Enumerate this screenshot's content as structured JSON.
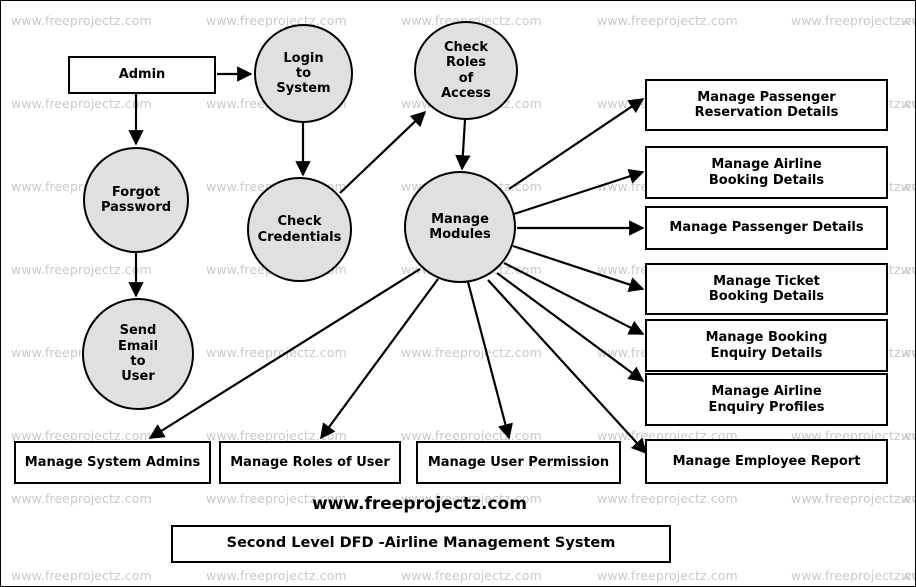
{
  "diagram": {
    "title": "Second Level DFD -Airline Management System",
    "brand": "www.freeprojectz.com",
    "watermark_text": "www.freeprojectz.com",
    "colors": {
      "process_fill": "#e0e0e0",
      "entity_fill": "#ffffff",
      "stroke": "#000000",
      "watermark": "#c9c9c9",
      "background": "#ffffff"
    }
  },
  "entities": [
    {
      "id": "admin",
      "label": "Admin",
      "shape": "rectangle"
    }
  ],
  "processes": [
    {
      "id": "login",
      "label": "Login\nto\nSystem",
      "shape": "circle"
    },
    {
      "id": "roles",
      "label": "Check\nRoles\nof\nAccess",
      "shape": "circle"
    },
    {
      "id": "forgot",
      "label": "Forgot\nPassword",
      "shape": "circle"
    },
    {
      "id": "credentials",
      "label": "Check\nCredentials",
      "shape": "circle"
    },
    {
      "id": "modules",
      "label": "Manage\nModules",
      "shape": "circle"
    },
    {
      "id": "sendmail",
      "label": "Send\nEmail\nto\nUser",
      "shape": "circle"
    }
  ],
  "data_stores_right": [
    {
      "id": "ds1",
      "label": "Manage Passenger\nReservation Details"
    },
    {
      "id": "ds2",
      "label": "Manage Airline\nBooking Details"
    },
    {
      "id": "ds3",
      "label": "Manage Passenger Details"
    },
    {
      "id": "ds4",
      "label": "Manage Ticket\nBooking Details"
    },
    {
      "id": "ds5",
      "label": "Manage Booking\nEnquiry Details"
    },
    {
      "id": "ds6",
      "label": "Manage Airline\nEnquiry Profiles"
    },
    {
      "id": "ds7",
      "label": "Manage Employee  Report"
    }
  ],
  "data_stores_bottom": [
    {
      "id": "db1",
      "label": "Manage System Admins"
    },
    {
      "id": "db2",
      "label": "Manage Roles of User"
    },
    {
      "id": "db3",
      "label": "Manage User Permission"
    }
  ],
  "flows": [
    {
      "from": "admin",
      "to": "login"
    },
    {
      "from": "admin",
      "to": "forgot"
    },
    {
      "from": "login",
      "to": "credentials"
    },
    {
      "from": "credentials",
      "to": "roles"
    },
    {
      "from": "roles",
      "to": "modules"
    },
    {
      "from": "forgot",
      "to": "sendmail"
    },
    {
      "from": "modules",
      "to": "ds1"
    },
    {
      "from": "modules",
      "to": "ds2"
    },
    {
      "from": "modules",
      "to": "ds3"
    },
    {
      "from": "modules",
      "to": "ds4"
    },
    {
      "from": "modules",
      "to": "ds5"
    },
    {
      "from": "modules",
      "to": "ds6"
    },
    {
      "from": "modules",
      "to": "ds7"
    },
    {
      "from": "modules",
      "to": "db1"
    },
    {
      "from": "modules",
      "to": "db2"
    },
    {
      "from": "modules",
      "to": "db3"
    }
  ]
}
